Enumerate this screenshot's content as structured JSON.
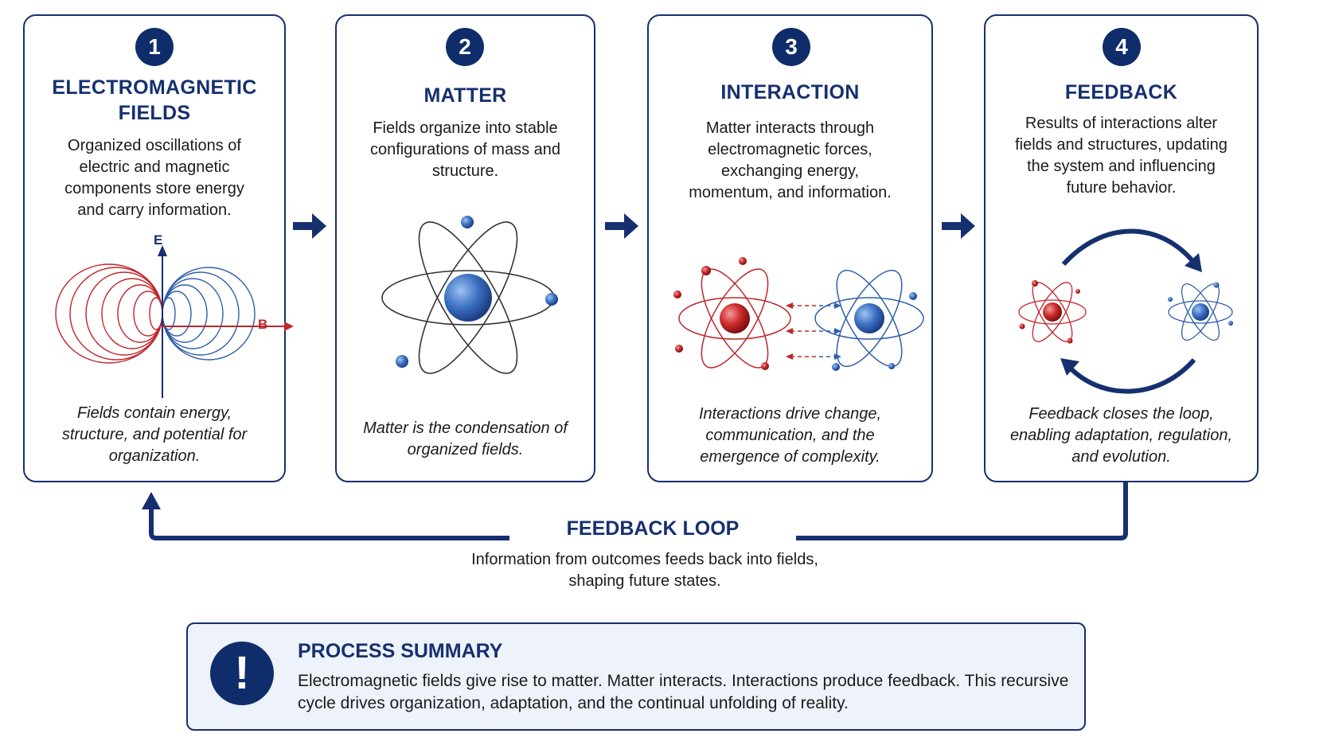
{
  "steps": [
    {
      "number": "1",
      "title": "ELECTROMAGNETIC FIELDS",
      "description": "Organized oscillations of electric and magnetic components store energy and carry information.",
      "note": "Fields contain energy, structure, and potential for organization.",
      "axis_e": "E",
      "axis_b": "B"
    },
    {
      "number": "2",
      "title": "MATTER",
      "description": "Fields organize into stable configurations of mass and structure.",
      "note": "Matter is the condensation of organized fields."
    },
    {
      "number": "3",
      "title": "INTERACTION",
      "description": "Matter interacts through electromagnetic forces, exchanging energy, momentum, and information.",
      "note": "Interactions drive change, communication, and the emergence of complexity."
    },
    {
      "number": "4",
      "title": "FEEDBACK",
      "description": "Results of interactions alter fields and structures, updating the system and influencing future behavior.",
      "note": "Feedback closes the loop, enabling adaptation, regulation, and evolution."
    }
  ],
  "feedback_loop": {
    "title": "FEEDBACK LOOP",
    "description": "Information from outcomes feeds back into fields, shaping future states."
  },
  "summary": {
    "icon": "!",
    "title": "PROCESS SUMMARY",
    "text": "Electromagnetic fields give rise to matter. Matter interacts. Interactions produce feedback. This recursive cycle drives organization, adaptation, and the continual unfolding of reality."
  },
  "colors": {
    "navy": "#16306f",
    "red": "#c0262b",
    "blue": "#2f5fa8"
  }
}
